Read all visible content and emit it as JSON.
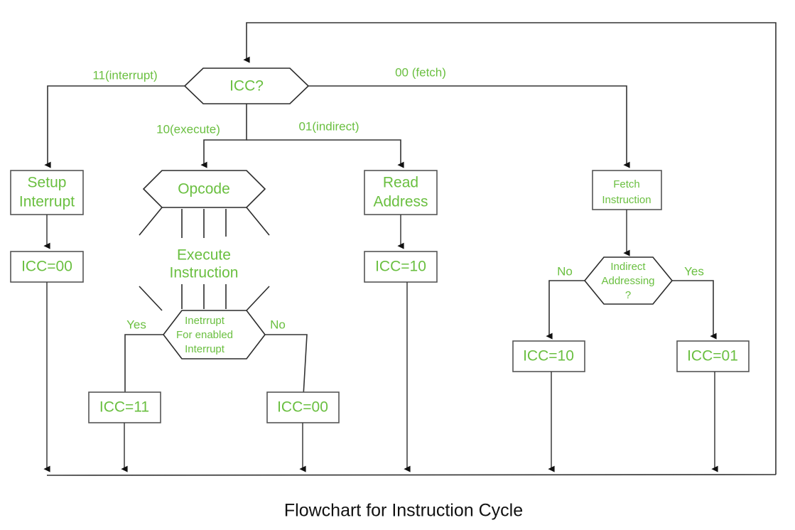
{
  "diagram": {
    "caption": "Flowchart for Instruction Cycle",
    "accent_color": "#6ABF40",
    "line_color": "#333333",
    "background": "#ffffff"
  },
  "nodes": {
    "icc_decision": {
      "label": "ICC?",
      "shape": "hexagon"
    },
    "setup_interrupt": {
      "label_line1": "Setup",
      "label_line2": "Interrupt",
      "shape": "rect"
    },
    "icc_00_left": {
      "label": "ICC=00",
      "shape": "rect"
    },
    "opcode": {
      "label": "Opcode",
      "shape": "hexagon"
    },
    "execute_instruction": {
      "label_line1": "Execute",
      "label_line2": "Instruction",
      "shape": "text"
    },
    "interrupt_decision": {
      "label_line1": "Inetrrupt",
      "label_line2": "For enabled",
      "label_line3": "Interrupt",
      "shape": "hexagon"
    },
    "icc_11": {
      "label": "ICC=11",
      "shape": "rect"
    },
    "icc_00_exec": {
      "label": "ICC=00",
      "shape": "rect"
    },
    "read_address": {
      "label_line1": "Read",
      "label_line2": "Address",
      "shape": "rect"
    },
    "icc_10_indirect": {
      "label": "ICC=10",
      "shape": "rect"
    },
    "fetch_instruction": {
      "label_line1": "Fetch",
      "label_line2": "Instruction",
      "shape": "rect"
    },
    "indirect_decision": {
      "label_line1": "Indirect",
      "label_line2": "Addressing",
      "label_line3": "?",
      "shape": "hexagon"
    },
    "icc_10_fetch": {
      "label": "ICC=10",
      "shape": "rect"
    },
    "icc_01_fetch": {
      "label": "ICC=01",
      "shape": "rect"
    }
  },
  "edge_labels": {
    "interrupt_branch": "11(interrupt)",
    "fetch_branch": "00 (fetch)",
    "execute_branch": "10(execute)",
    "indirect_branch": "01(indirect)",
    "interrupt_yes": "Yes",
    "interrupt_no": "No",
    "indirect_no": "No",
    "indirect_yes": "Yes"
  }
}
